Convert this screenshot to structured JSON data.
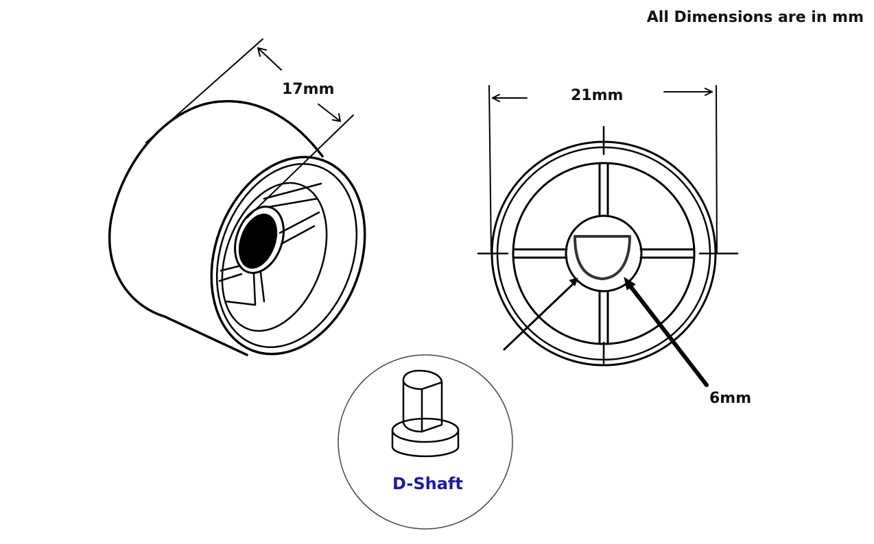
{
  "header": {
    "note": "All Dimensions are in mm"
  },
  "dimensions": {
    "length": "17mm",
    "outer_diameter": "21mm",
    "bore_diameter": "6mm"
  },
  "inset": {
    "label": "D-Shaft",
    "label_color": "#1a1aa8"
  }
}
